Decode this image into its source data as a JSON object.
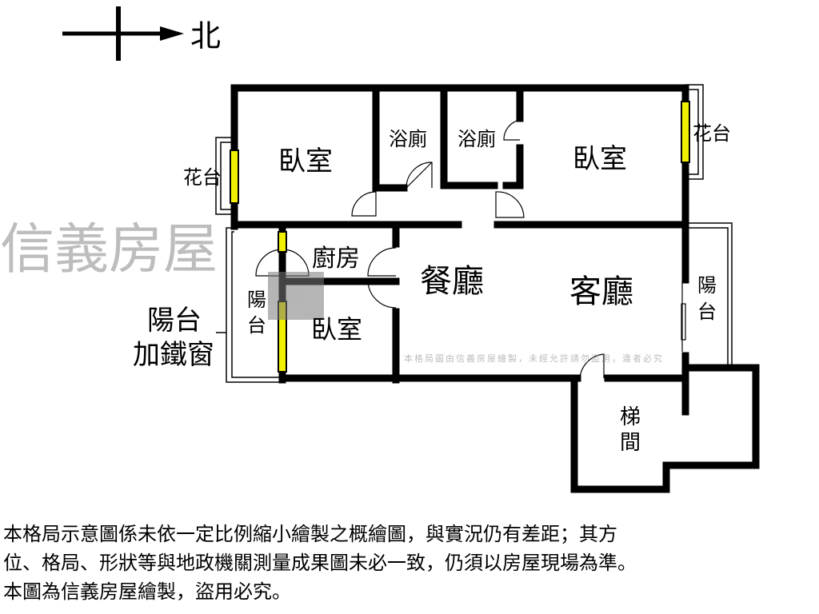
{
  "compass": {
    "label": "北"
  },
  "rooms": {
    "bedroom_nw": "臥室",
    "bath_1": "浴廁",
    "bath_2": "浴廁",
    "bedroom_ne": "臥室",
    "kitchen": "廚房",
    "dining": "餐廳",
    "living": "客廳",
    "bedroom_s": "臥室",
    "stairs_1": "梯",
    "stairs_2": "間",
    "planter_left": "花台",
    "planter_right": "花台",
    "balcony_left_1": "陽",
    "balcony_left_2": "台",
    "balcony_right_1": "陽",
    "balcony_right_2": "台"
  },
  "callout": {
    "line1": "陽台",
    "line2": "加鐵窗"
  },
  "watermark": {
    "brand": "信義房屋",
    "notice": "本格局圖由信義房屋繪製，未經允許請勿盜用，違者必究"
  },
  "colors": {
    "wall": "#000000",
    "window": "#f0f000",
    "watermark": "#9a9a9a"
  },
  "notes": [
    "本格局示意圖係未依一定比例縮小繪製之概繪圖，與實況仍有差距；其方",
    "位、格局、形狀等與地政機關測量成果圖未必一致，仍須以房屋現場為準。",
    "本圖為信義房屋繪製，盜用必究。"
  ]
}
